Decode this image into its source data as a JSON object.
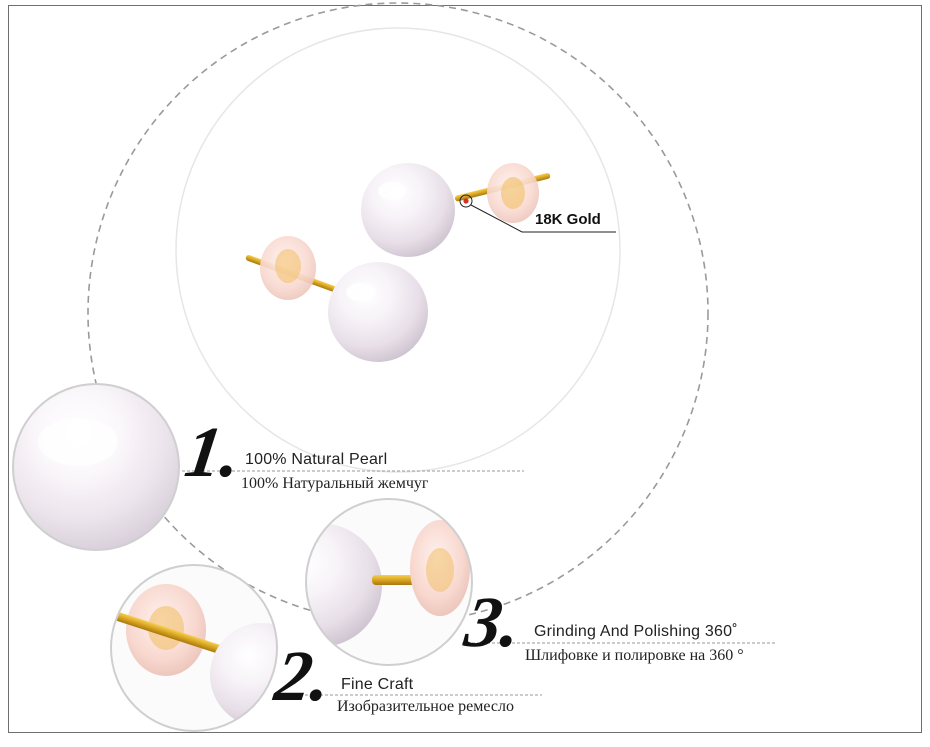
{
  "gold_callout": {
    "label": "18K Gold"
  },
  "features": [
    {
      "number": "1.",
      "title_en": "100% Natural Pearl",
      "title_ru": "100% Натуральный жемчуг"
    },
    {
      "number": "2.",
      "title_en": "Fine Craft",
      "title_ru": "Изобразительное ремесло"
    },
    {
      "number": "3.",
      "title_en": "Grinding And Polishing 360˚",
      "title_ru": "Шлифовке и полировке на 360 °"
    }
  ],
  "colors": {
    "border": "#6f6f6f",
    "dashed_circle": "#9a9a9a",
    "gold": "#d9a520",
    "pearl": "#f3eef3",
    "text": "#222222"
  }
}
